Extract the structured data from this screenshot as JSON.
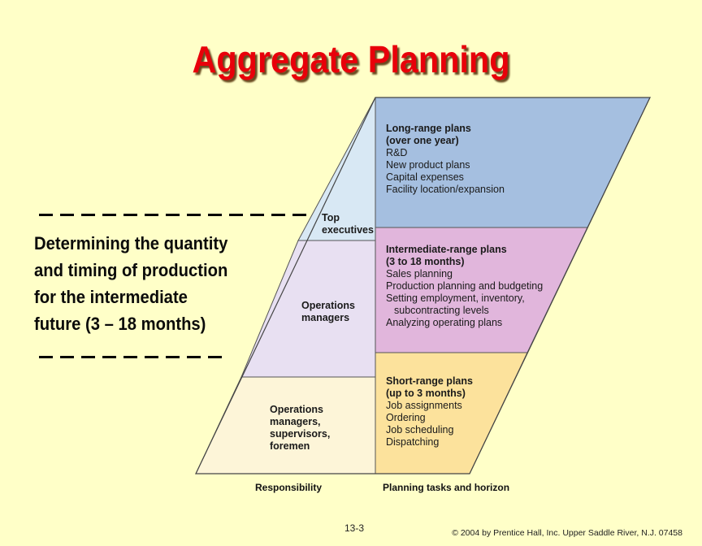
{
  "title": "Aggregate Planning",
  "description_lines": [
    "Determining the quantity",
    "and timing of production",
    "for the intermediate",
    "future (3 – 18 months)"
  ],
  "responsibility": {
    "top": [
      "Top",
      "executives"
    ],
    "middle": [
      "Operations",
      "managers"
    ],
    "bottom": [
      "Operations",
      "managers,",
      "supervisors,",
      "foremen"
    ]
  },
  "plans": {
    "long": {
      "heading": [
        "Long-range plans",
        "(over one year)"
      ],
      "items": [
        "R&D",
        "New product plans",
        "Capital expenses",
        "Facility location/expansion"
      ]
    },
    "intermediate": {
      "heading": [
        "Intermediate-range plans",
        "(3 to 18 months)"
      ],
      "items": [
        "Sales planning",
        "Production planning and budgeting",
        "Setting employment, inventory,",
        "subcontracting levels",
        "Analyzing operating plans"
      ]
    },
    "short": {
      "heading": [
        "Short-range plans",
        "(up to 3 months)"
      ],
      "items": [
        "Job assignments",
        "Ordering",
        "Job scheduling",
        "Dispatching"
      ]
    }
  },
  "axis_labels": {
    "responsibility": "Responsibility",
    "planning": "Planning tasks and horizon"
  },
  "slide_number": "13-3",
  "copyright": "© 2004 by Prentice Hall, Inc. Upper Saddle River, N.J. 07458",
  "colors": {
    "background": "#FFFFC8",
    "title": "#E8000A",
    "long_range": "#A5BFE0",
    "intermediate_range": "#E1B6DC",
    "short_range": "#FCE29C",
    "top_exec": "#D8E8F4",
    "ops_managers": "#E8E0F2",
    "ops_foremen": "#FDF5D8"
  }
}
